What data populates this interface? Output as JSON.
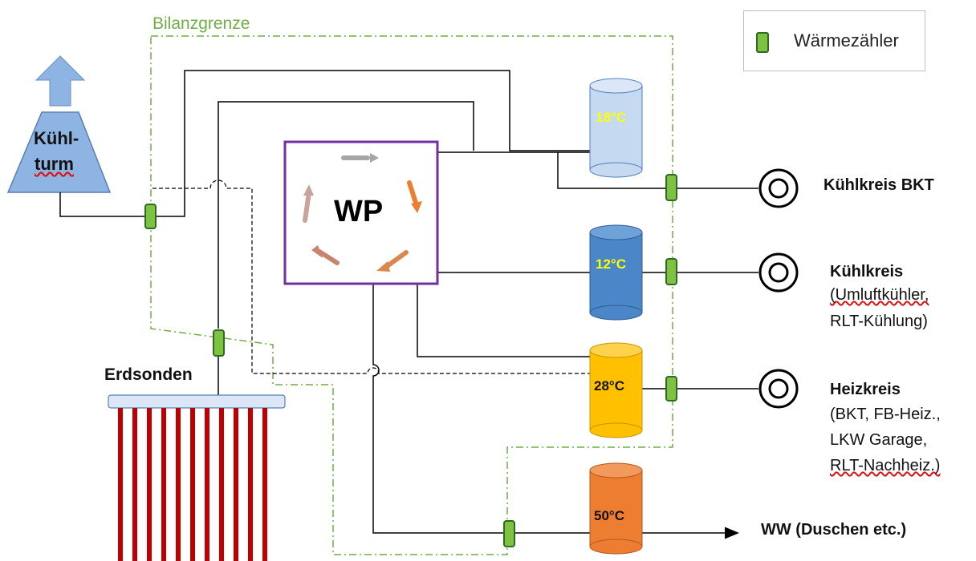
{
  "boundary_label": "Bilanzgrenze",
  "legend": {
    "label": "Wärmezähler",
    "icon": "meter-icon",
    "color": "#7dc242"
  },
  "cooling_tower": {
    "label_line1": "Kühl-",
    "label_line2": "turm",
    "color": "#8eb4e3"
  },
  "heat_pump": {
    "label": "WP",
    "border_color": "#7030a0"
  },
  "probes": {
    "label": "Erdsonden",
    "color": "#c00000"
  },
  "tanks": [
    {
      "temp": "18°C",
      "color": "#c5d9f1",
      "text_color": "#ffff00"
    },
    {
      "temp": "12°C",
      "color": "#4a86c8",
      "text_color": "#ffff00"
    },
    {
      "temp": "28°C",
      "color": "#ffc000",
      "text_color": "#111111"
    },
    {
      "temp": "50°C",
      "color": "#ed7d31",
      "text_color": "#111111"
    }
  ],
  "circuits": {
    "bkt": "Kühlkreis BKT",
    "cooling_title": "Kühlkreis",
    "cooling_line1": "(Umluftkühler,",
    "cooling_line2": "RLT-Kühlung)",
    "heating_title": "Heizkreis",
    "heating_line1": "(BKT, FB-Heiz.,",
    "heating_line2": "LKW Garage,",
    "heating_line3": "RLT-Nachheiz.)",
    "ww": "WW (Duschen etc.)"
  }
}
